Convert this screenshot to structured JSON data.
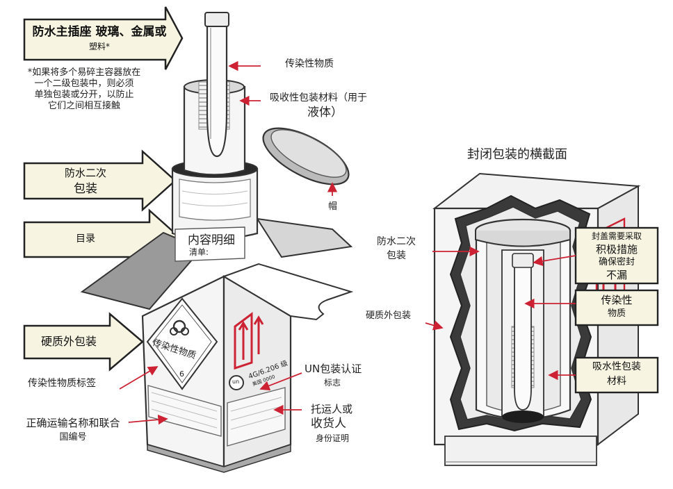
{
  "left_labels": {
    "primary_big": "防水主插座 玻璃、金属或",
    "primary_small": "塑料*",
    "note": [
      "*如果将多个易碎主容器放在",
      "一个二级包装中，则必须",
      "单独包装或分开，以防止",
      "它们之间相互接触"
    ],
    "secondary_1": "防水二次",
    "secondary_2": "包装",
    "itemized": "目录",
    "outer": "硬质外包装",
    "hazard_label": "传染性物质标签",
    "shipping_name_1": "正确运输名称和联合",
    "shipping_name_2": "国编号"
  },
  "right_of_box_labels": {
    "infectious": "传染性物质",
    "absorbent_1": "吸收性包装材料（用于",
    "absorbent_2": "液体）",
    "cap": "帽",
    "un_mark_1": "UN包装认证",
    "un_mark_2": "标志",
    "shipper_1": "托运人或",
    "shipper_2": "收货人",
    "shipper_3": "身份证明"
  },
  "box_print": {
    "contents_1": "内容明细",
    "contents_2": "清单:",
    "diamond": "传染性物质",
    "diamond_num": "6",
    "un_code": "4G/6.206 级",
    "un_country": "美国 0000",
    "un_logo": "un"
  },
  "cross_section": {
    "title": "封闭包装的横截面",
    "secondary_1": "防水二次",
    "secondary_2": "包装",
    "outer": "硬质外包装",
    "seal_1": "封盖需要采取",
    "seal_2": "积极措施",
    "seal_3": "确保密封",
    "seal_4": "不漏",
    "infectious_1": "传染性",
    "infectious_2": "物质",
    "absorbent_1": "吸水性包装",
    "absorbent_2": "材料"
  },
  "colors": {
    "arrow_fill": "#f7f5e2",
    "accent_red": "#cc2233",
    "line": "#333333",
    "box_grey": "#f3f3f3"
  }
}
